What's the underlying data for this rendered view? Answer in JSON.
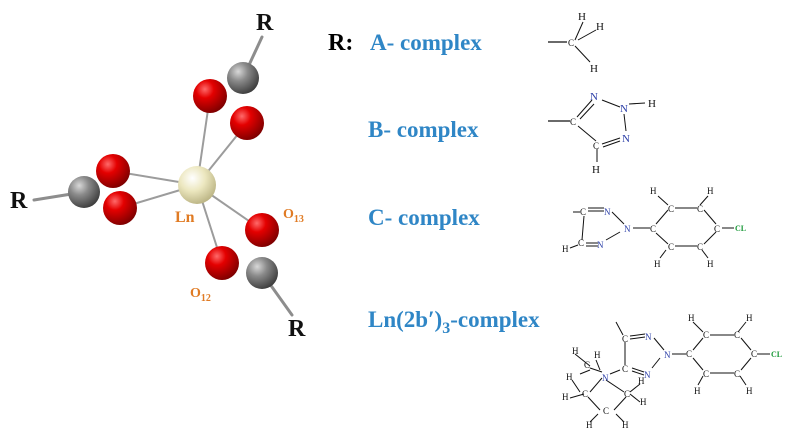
{
  "molecule": {
    "r_label": "R",
    "ln_label": "Ln",
    "o13_label": "O",
    "o13_sub": "13",
    "o12_label": "O",
    "o12_sub": "12"
  },
  "legend": {
    "r_header": "R:",
    "a_complex": "A- complex",
    "b_complex": "B- complex",
    "c_complex": "C- complex",
    "ln_complex_main": "Ln(2b′)",
    "ln_complex_sub": "3",
    "ln_complex_tail": "-complex"
  },
  "atoms": {
    "h": "H",
    "c": "C",
    "n": "N",
    "cl": "CL"
  },
  "colors": {
    "oxygen": "#d40000",
    "carbon": "#7a7a7a",
    "metal": "#e9e4b8",
    "accent_label": "#e07b24",
    "complex_label": "#2f86c6"
  }
}
